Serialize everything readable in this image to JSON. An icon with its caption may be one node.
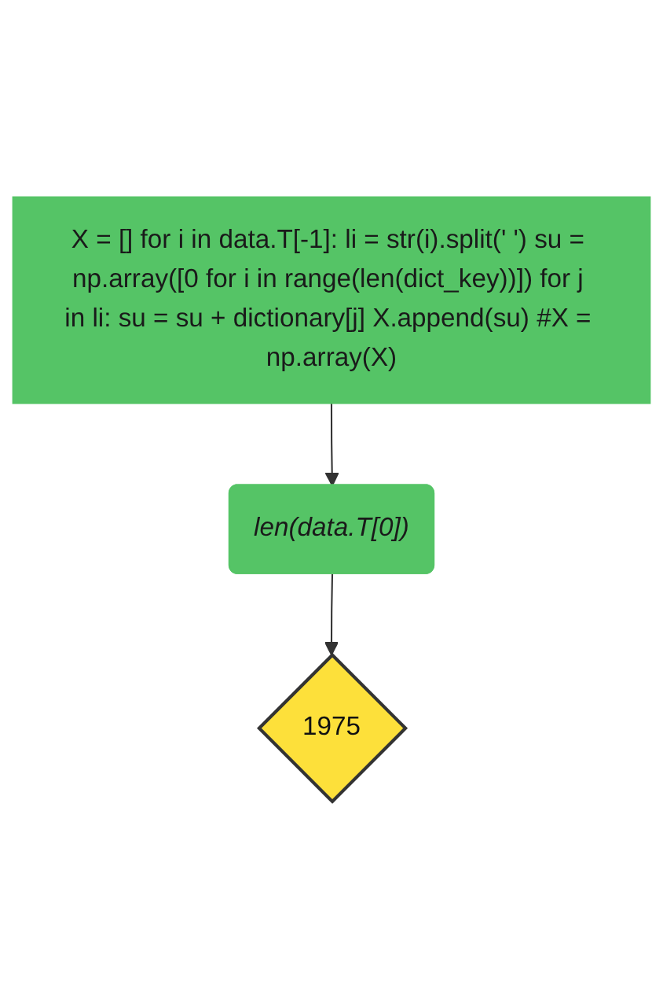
{
  "diagram": {
    "nodes": [
      {
        "text": [
          "X = [] for i in data.T[-1]: li = str(i).split(' ') su = np.array([0 for i in range(len(dict_key))]) for j in li: su = su + dictionary[j] X.append(su) #X = np.array(X)"
        ]
      },
      {
        "text": [
          "len(data.T[0])"
        ]
      },
      {
        "text": [
          "1975"
        ]
      }
    ],
    "edges": [
      {
        "from": 0,
        "to": 1,
        "arrow": "to"
      },
      {
        "from": 1,
        "to": 2,
        "arrow": "to"
      }
    ]
  }
}
